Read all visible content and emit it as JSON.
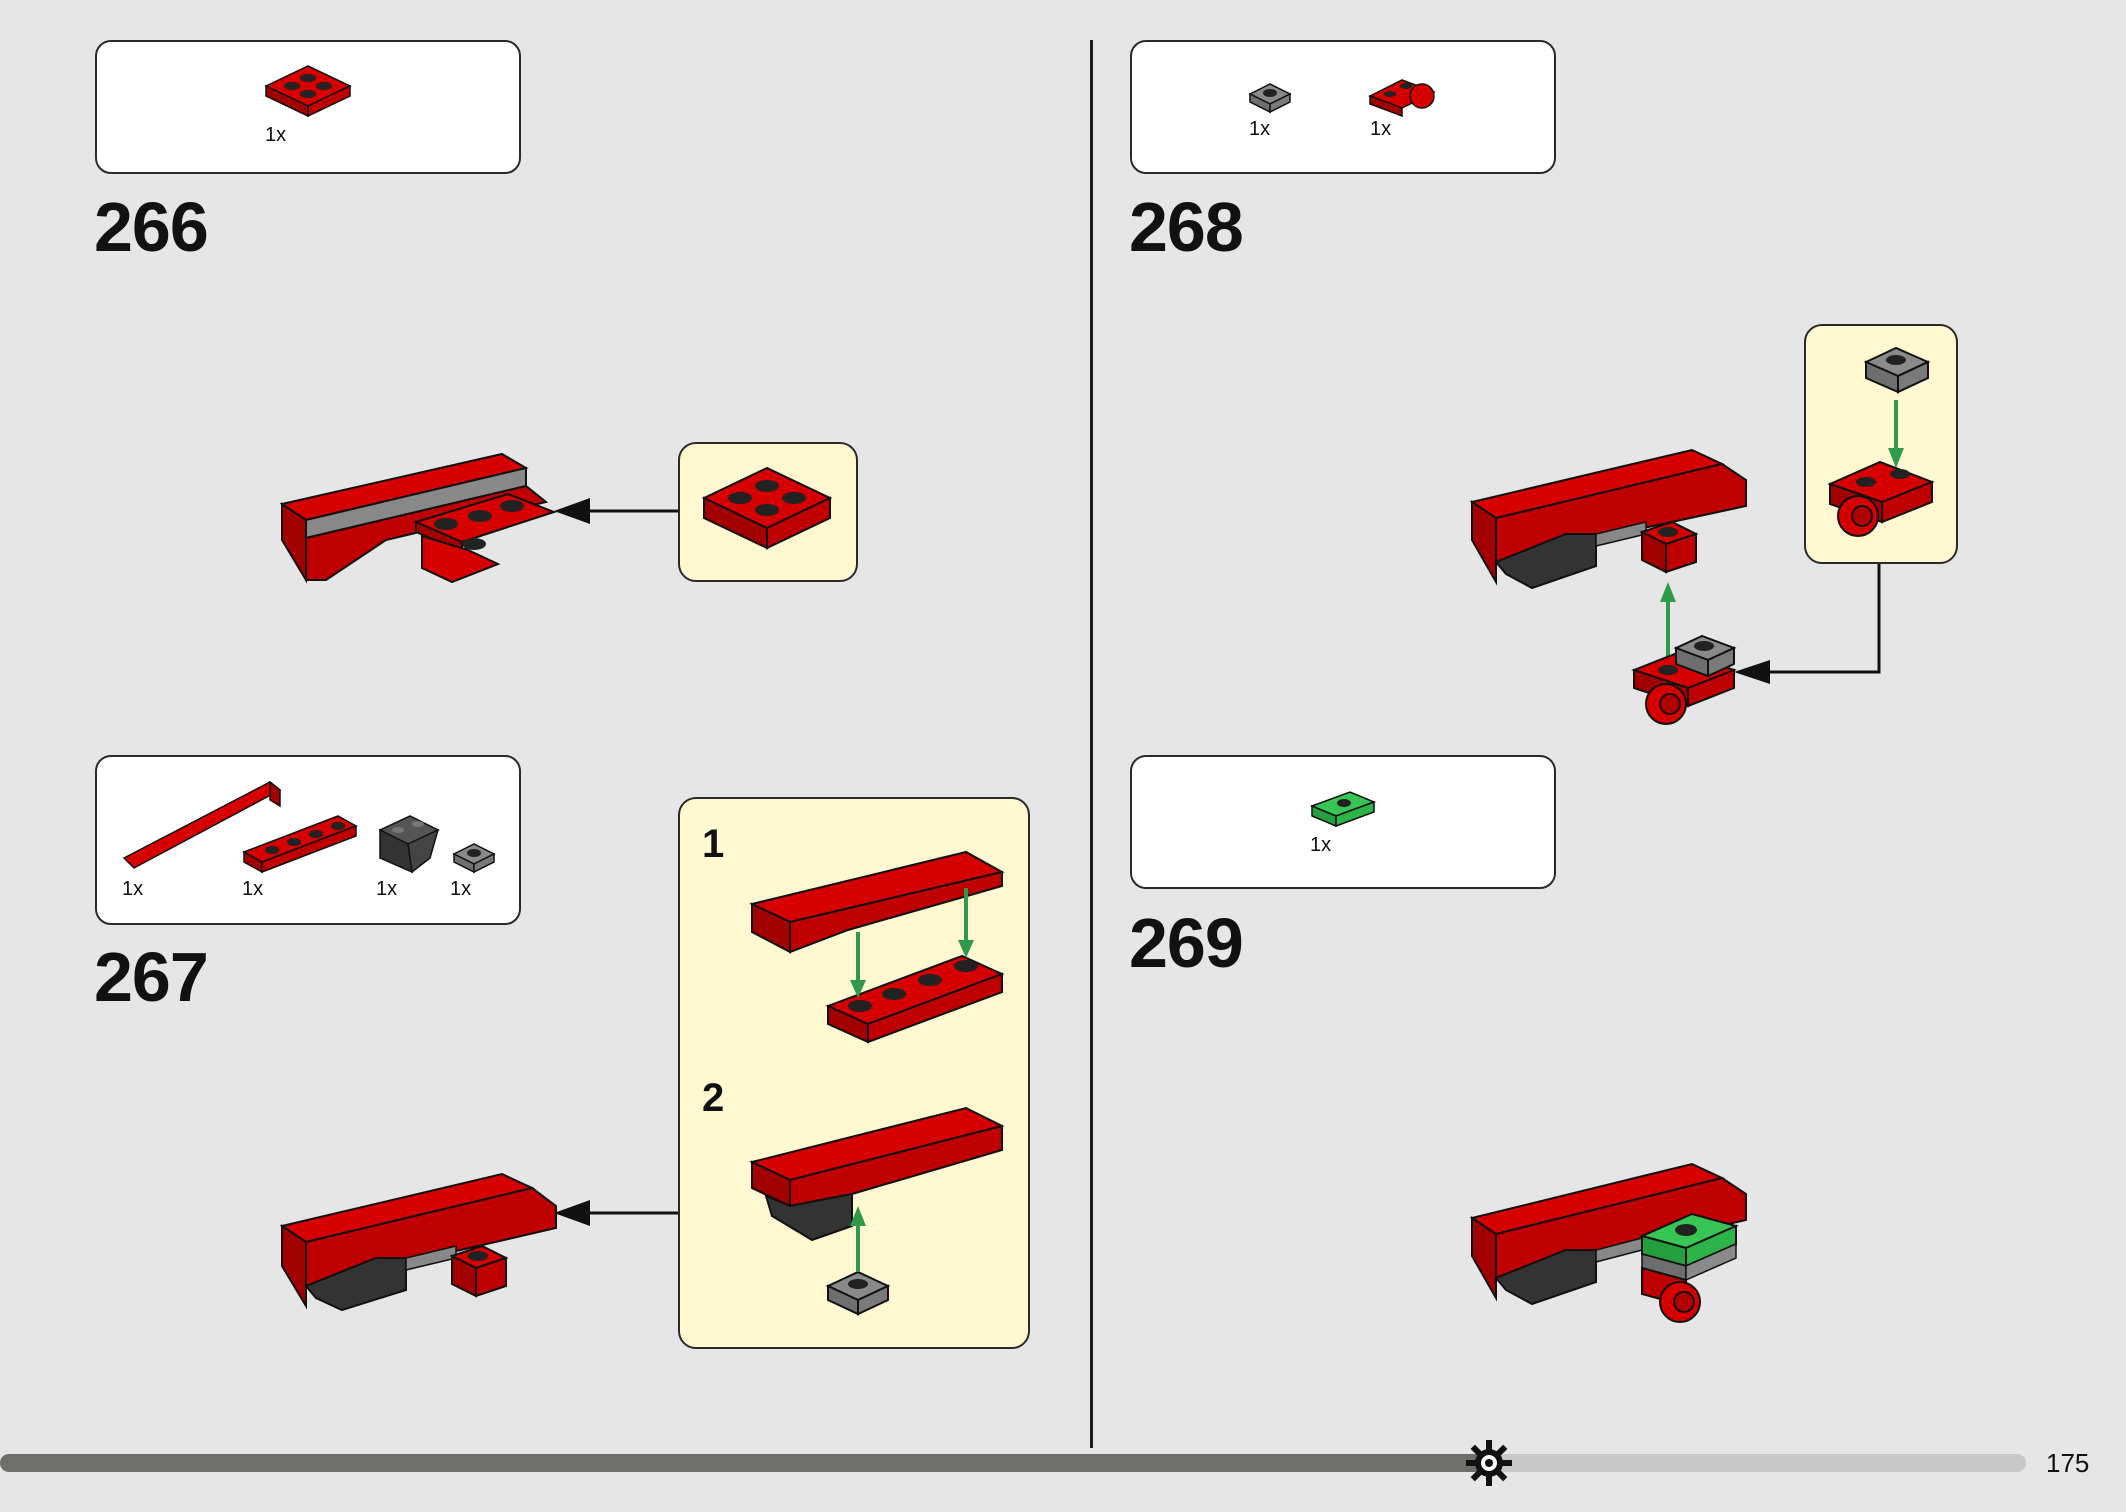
{
  "page_number": "175",
  "progress": 0.735,
  "colors": {
    "brick_red": "#d60000",
    "brick_dark_red": "#8e0000",
    "brick_gray": "#8a8a8a",
    "brick_black": "#333333",
    "brick_green": "#37c653",
    "arrow_green": "#2f9b4a",
    "callout_bg": "#fff8d1"
  },
  "steps": [
    {
      "number": "266",
      "parts": [
        {
          "qty": "1x",
          "icon": "red-2x2-plate-icon"
        }
      ]
    },
    {
      "number": "267",
      "parts": [
        {
          "qty": "1x",
          "icon": "red-long-wedge-icon"
        },
        {
          "qty": "1x",
          "icon": "red-1x4-plate-icon"
        },
        {
          "qty": "1x",
          "icon": "black-inverted-slope-icon"
        },
        {
          "qty": "1x",
          "icon": "gray-1x1-plate-icon"
        }
      ],
      "substeps": [
        "1",
        "2"
      ]
    },
    {
      "number": "268",
      "parts": [
        {
          "qty": "1x",
          "icon": "gray-1x1-plate-icon"
        },
        {
          "qty": "1x",
          "icon": "red-plate-with-pin-hole-icon"
        }
      ]
    },
    {
      "number": "269",
      "parts": [
        {
          "qty": "1x",
          "icon": "green-1x2-jumper-plate-icon"
        }
      ]
    }
  ]
}
